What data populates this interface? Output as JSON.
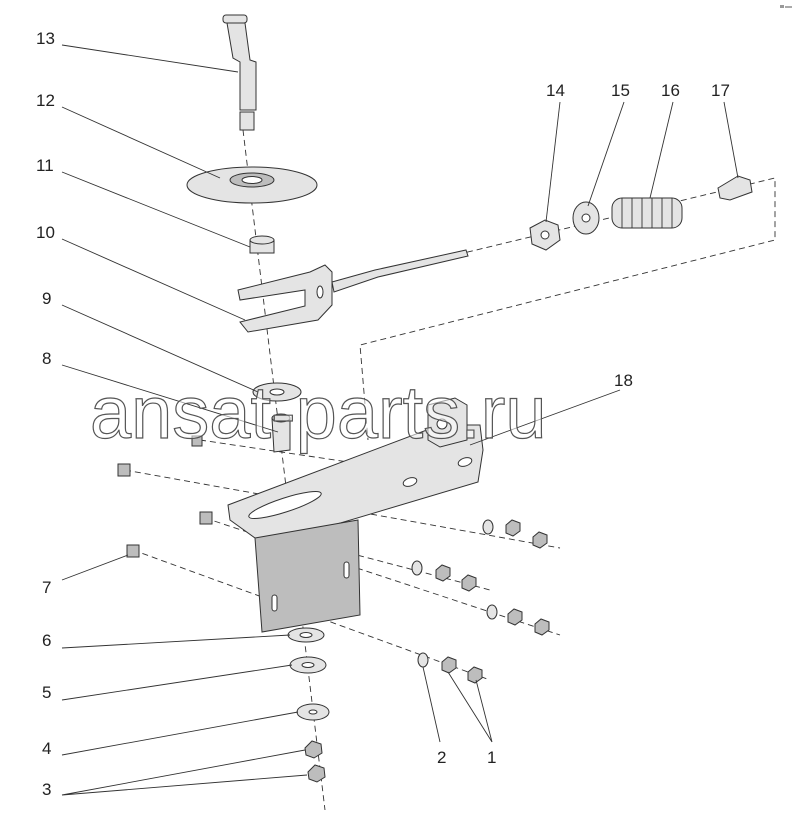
{
  "figure": {
    "callouts": [
      {
        "id": "13",
        "text": "13"
      },
      {
        "id": "12",
        "text": "12"
      },
      {
        "id": "11",
        "text": "11"
      },
      {
        "id": "10",
        "text": "10"
      },
      {
        "id": "9",
        "text": "9"
      },
      {
        "id": "8",
        "text": "8"
      },
      {
        "id": "7",
        "text": "7"
      },
      {
        "id": "6",
        "text": "6"
      },
      {
        "id": "5",
        "text": "5"
      },
      {
        "id": "4",
        "text": "4"
      },
      {
        "id": "3",
        "text": "3"
      },
      {
        "id": "2",
        "text": "2"
      },
      {
        "id": "1",
        "text": "1"
      },
      {
        "id": "14",
        "text": "14"
      },
      {
        "id": "15",
        "text": "15"
      },
      {
        "id": "16",
        "text": "16"
      },
      {
        "id": "17",
        "text": "17"
      },
      {
        "id": "18",
        "text": "18"
      }
    ],
    "watermark": "ansat-parts.ru"
  }
}
